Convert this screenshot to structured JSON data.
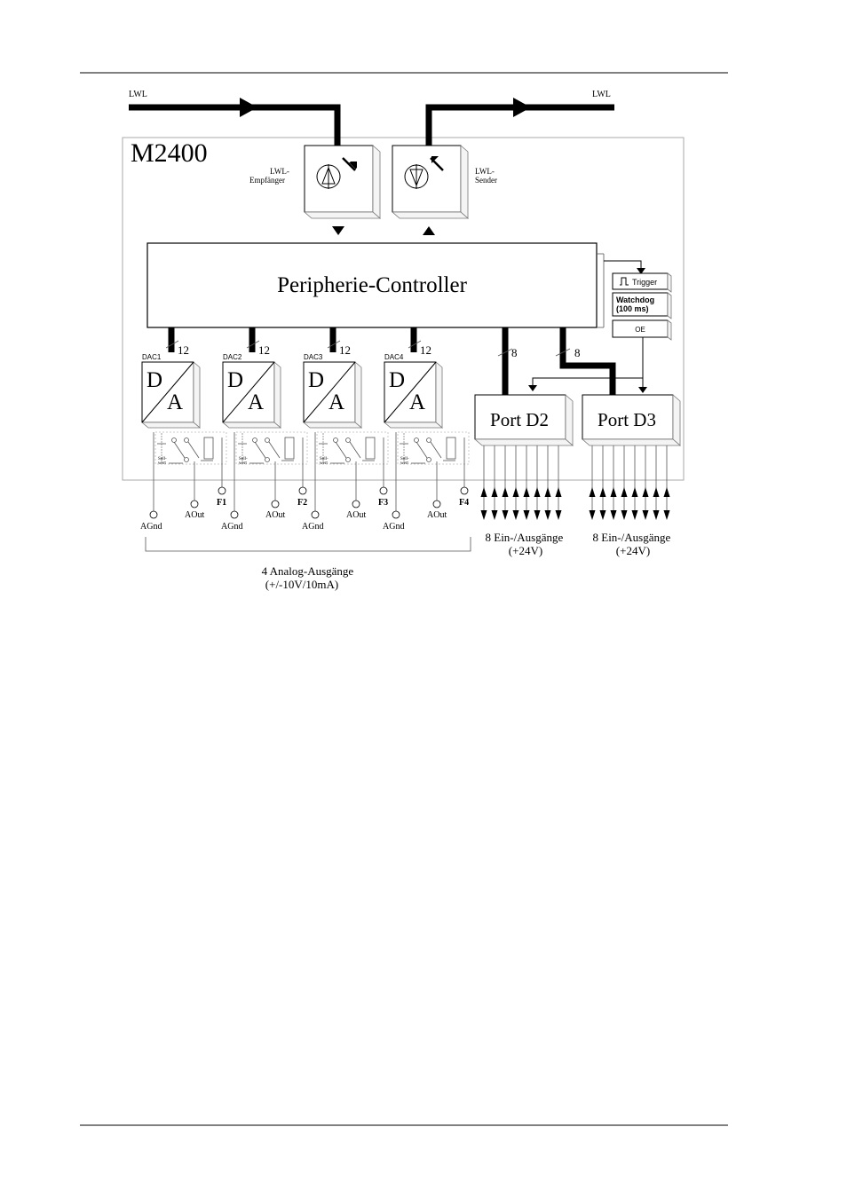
{
  "diagram": {
    "title": "M2400",
    "lwl_in": "LWL",
    "lwl_out": "LWL",
    "receiver_label": [
      "LWL-",
      "Empfänger"
    ],
    "sender_label": [
      "LWL-",
      "Sender"
    ],
    "controller": "Peripherie-Controller",
    "trigger": "Trigger",
    "watchdog": [
      "Watchdog",
      "(100  ms)"
    ],
    "oe": "OE",
    "dacs": [
      {
        "name": "DAC1",
        "bits": "12",
        "d": "D",
        "a": "A",
        "sollwert": [
          "Soll-",
          "wert"
        ],
        "feedback": "F1",
        "aout": "AOut",
        "agnd": "AGnd"
      },
      {
        "name": "DAC2",
        "bits": "12",
        "d": "D",
        "a": "A",
        "sollwert": [
          "Soll-",
          "wert"
        ],
        "feedback": "F2",
        "aout": "AOut",
        "agnd": "AGnd"
      },
      {
        "name": "DAC3",
        "bits": "12",
        "d": "D",
        "a": "A",
        "sollwert": [
          "Soll-",
          "wert"
        ],
        "feedback": "F3",
        "aout": "AOut",
        "agnd": "AGnd"
      },
      {
        "name": "DAC4",
        "bits": "12",
        "d": "D",
        "a": "A",
        "sollwert": [
          "Soll-",
          "wert"
        ],
        "feedback": "F4",
        "aout": "AOut",
        "agnd": "AGnd"
      }
    ],
    "ports": [
      {
        "name": "Port  D2",
        "bits": "8",
        "io": "8  Ein-/Ausgänge",
        "voltage": "(+24V)"
      },
      {
        "name": "Port  D3",
        "bits": "8",
        "io": "8  Ein-/Ausgänge",
        "voltage": "(+24V)"
      }
    ],
    "analog_caption": "4  Analog-Ausgänge",
    "analog_range": "(+/-10V/10mA)"
  }
}
